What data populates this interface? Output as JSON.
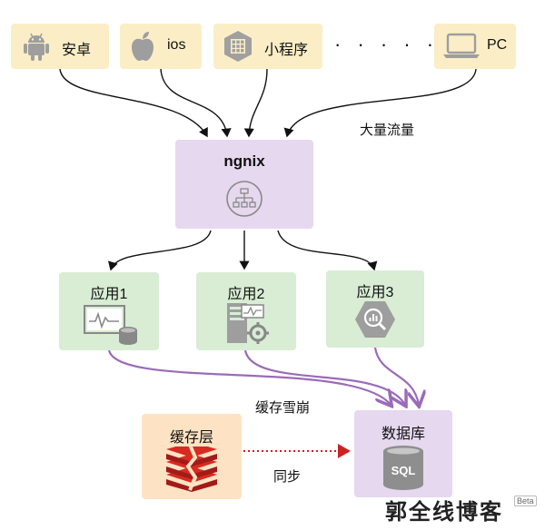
{
  "clients": [
    {
      "label": "安卓",
      "icon": "android-icon"
    },
    {
      "label": "ios",
      "icon": "apple-icon"
    },
    {
      "label": "小程序",
      "icon": "mini-program-icon"
    },
    {
      "label": "PC",
      "icon": "laptop-icon"
    }
  ],
  "ellipsis": "· · · · · · ·",
  "traffic_label": "大量流量",
  "ngnix": {
    "label": "ngnix",
    "icon": "load-balancer-icon"
  },
  "apps": [
    {
      "label": "应用1",
      "icon": "monitor-database-icon"
    },
    {
      "label": "应用2",
      "icon": "server-config-icon"
    },
    {
      "label": "应用3",
      "icon": "analytics-hexagon-icon"
    }
  ],
  "avalanche_label": "缓存雪崩",
  "cache": {
    "label": "缓存层",
    "icon": "redis-icon"
  },
  "sync_label": "同步",
  "database": {
    "label": "数据库",
    "icon": "sql-database-icon"
  },
  "watermark": {
    "text": "郭全线博客",
    "badge": "Beta"
  },
  "colors": {
    "client_bg": "#fbeec7",
    "ngnix_bg": "#e6d8ee",
    "app_bg": "#d8edd4",
    "cache_bg": "#fde3c4",
    "app_arrow": "#9b6bb8",
    "sync_arrow": "#cc2222"
  }
}
